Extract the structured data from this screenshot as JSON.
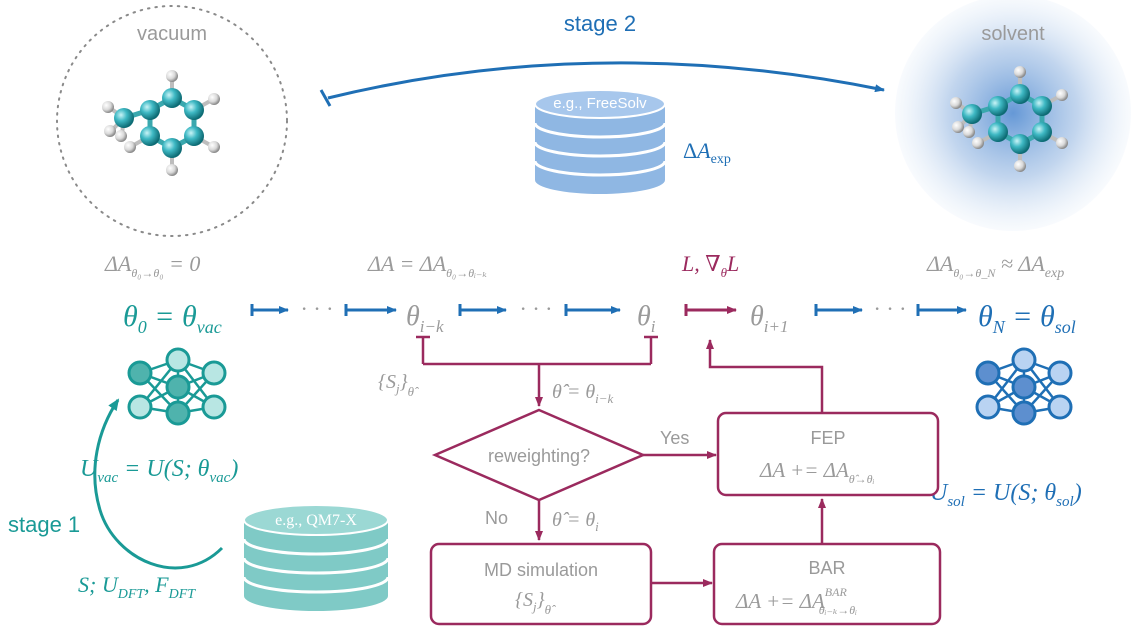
{
  "colors": {
    "teal": "#1a9a96",
    "blue": "#1f6fb5",
    "gray": "#9a9a9a",
    "magenta": "#9b2a5e",
    "db_blue": "#8fb7e3",
    "db_teal": "#7fcac6"
  },
  "top": {
    "vacuum_label": "vacuum",
    "solvent_label": "solvent",
    "stage2_label": "stage 2",
    "db_top_label": "e.g., FreeSolv",
    "delta_A": "Δ",
    "A_letter": "A",
    "exp_sub": "exp"
  },
  "chain": {
    "eq1_a": "ΔA",
    "eq1_sub": "θ₀→θ₀",
    "eq1_b": " = 0",
    "eq2_a": "ΔA = ΔA",
    "eq2_sub": "θ₀→θᵢ₋ₖ",
    "loss": "L, ∇",
    "loss_sub": "θ",
    "loss_end": "L",
    "eq3_a": "ΔA",
    "eq3_sub": "θ₀→θ_N",
    "eq3_b": " ≈ ΔA",
    "eq3_sub2": "exp",
    "theta0": "θ",
    "theta0_sub": "0",
    "theta0_eq": " = θ",
    "theta0_vac": "vac",
    "dots": "· · ·",
    "theta_ik": "θ",
    "theta_ik_sub": "i−k",
    "theta_i": "θ",
    "theta_i_sub": "i",
    "theta_i1": "θ",
    "theta_i1_sub": "i+1",
    "thetaN": "θ",
    "thetaN_sub": "N",
    "thetaN_eq": " = θ",
    "thetaN_sol": "sol"
  },
  "left": {
    "u_vac": "U",
    "u_vac_sub": "vac",
    "u_vac_rest": " = U(S; θ",
    "u_vac_sub2": "vac",
    "u_vac_end": ")",
    "stage1_label": "stage 1",
    "db_bottom_label": "e.g., QM7-X",
    "data_text": "S; U",
    "data_sub1": "DFT",
    "data_mid": ", F",
    "data_sub2": "DFT"
  },
  "right": {
    "u_sol": "U",
    "u_sol_sub": "sol",
    "u_sol_rest": " = U(S; θ",
    "u_sol_sub2": "sol",
    "u_sol_end": ")"
  },
  "flow": {
    "samples": "{S",
    "samples_j": "j",
    "samples_end": "}",
    "samples_sub": "θ̂",
    "theta_hat_ik": "θ̂ = θ",
    "theta_hat_ik_sub": "i−k",
    "decision": "reweighting?",
    "yes": "Yes",
    "no": "No",
    "theta_hat_i": "θ̂ = θ",
    "theta_hat_i_sub": "i",
    "fep_title": "FEP",
    "fep_eq": "ΔA += ΔA",
    "fep_sub": "θ̂→θᵢ",
    "md_title": "MD simulation",
    "md_eq": "{S",
    "md_j": "j",
    "md_end": "}",
    "md_sub": "θ̂",
    "bar_title": "BAR",
    "bar_eq": "ΔA += ΔA",
    "bar_sup": "BAR",
    "bar_sub": "θᵢ₋ₖ→θᵢ"
  }
}
